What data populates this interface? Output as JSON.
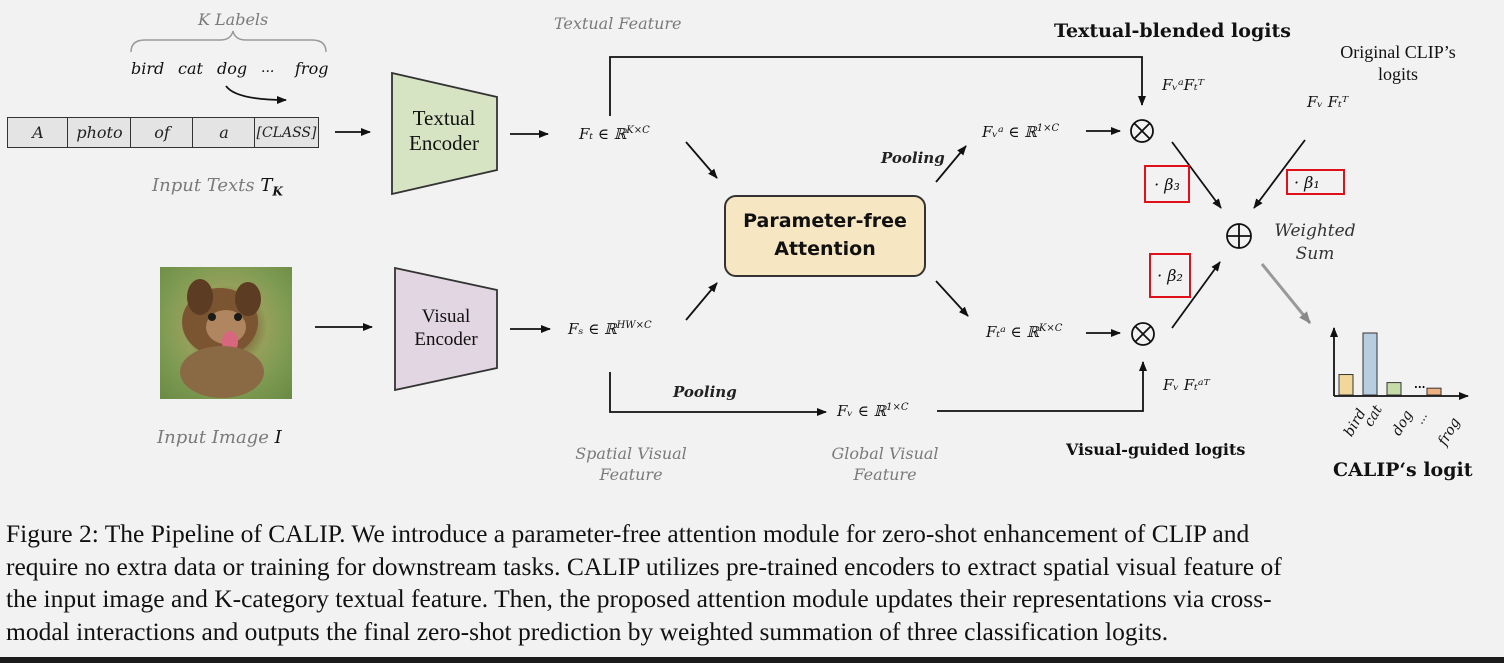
{
  "figure": {
    "k_labels": "K Labels",
    "label_words": [
      "bird",
      "cat",
      "dog",
      "...",
      "frog"
    ],
    "prompt_tokens": [
      "A",
      "photo",
      "of",
      "a",
      "[CLASS]"
    ],
    "input_texts_label": "Input Texts",
    "input_texts_symbol": "T",
    "input_texts_sub": "K",
    "input_image_label": "Input Image",
    "input_image_symbol": "I",
    "textual_encoder": [
      "Textual",
      "Encoder"
    ],
    "visual_encoder": [
      "Visual",
      "Encoder"
    ],
    "textual_feature_label": "Textual Feature",
    "ft_eq": "Fₜ ∈ ℝ",
    "ft_sup": "K×C",
    "fs_eq": "Fₛ ∈ ℝ",
    "fs_sup": "HW×C",
    "pfa_line1": "Parameter-free",
    "pfa_line2": "Attention",
    "pooling_top": "Pooling",
    "pooling_bottom": "Pooling",
    "fva_eq": "Fᵥᵃ ∈ ℝ",
    "fva_sup": "1×C",
    "fta_eq": "Fₜᵃ ∈ ℝ",
    "fta_sup": "K×C",
    "fv_eq": "Fᵥ ∈ ℝ",
    "fv_sup": "1×C",
    "spatial_visual_feature": [
      "Spatial Visual",
      "Feature"
    ],
    "global_visual_feature": [
      "Global Visual",
      "Feature"
    ],
    "textual_blended_logits": "Textual-blended logits",
    "visual_guided_logits": "Visual-guided logits",
    "original_clip_logits": [
      "Original CLIP’s",
      "logits"
    ],
    "logit_fva_ft": "FᵥᵃFₜᵀ",
    "logit_fv_ft": "Fᵥ Fₜᵀ",
    "logit_fv_fta": "Fᵥ Fₜᵃᵀ",
    "beta1": "· β₁",
    "beta2": "· β₂",
    "beta3": "· β₃",
    "weighted_sum": [
      "Weighted",
      "Sum"
    ],
    "calip_logit": "CALIP‘s logit",
    "bar_labels": [
      "bird",
      "cat",
      "dog",
      "...",
      "frog"
    ],
    "bar_colors": [
      "#f1d89a",
      "#b7cde0",
      "#c6dca8",
      "#f1b07f"
    ]
  },
  "chart_data": {
    "type": "bar",
    "categories": [
      "bird",
      "cat",
      "dog",
      "...",
      "frog"
    ],
    "values": [
      0.33,
      1.0,
      0.2,
      null,
      0.11
    ],
    "title": "CALIP‘s logit"
  },
  "caption": [
    "Figure 2: The Pipeline of CALIP. We introduce a parameter-free attention module for zero-shot enhancement of CLIP and",
    "require no extra data or training for downstream tasks. CALIP utilizes pre-trained encoders to extract spatial visual feature of",
    "the input image and K-category textual feature. Then, the proposed attention module updates their representations via cross-",
    "modal interactions and outputs the final zero-shot prediction by weighted summation of three classification logits."
  ]
}
